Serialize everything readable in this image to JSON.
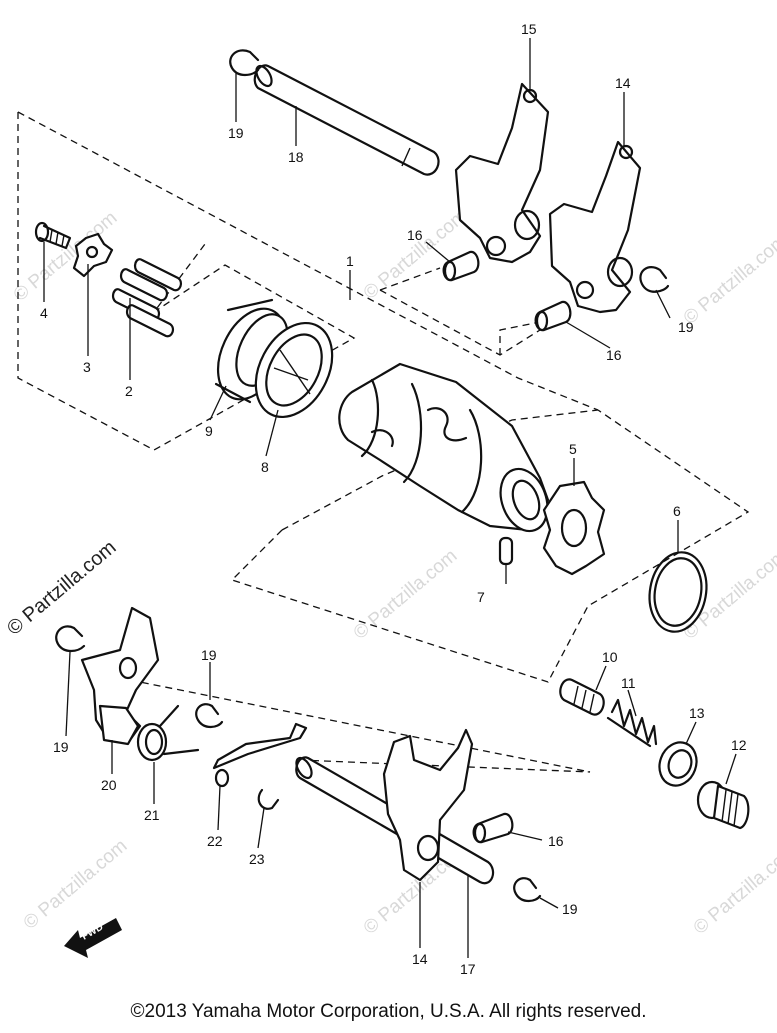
{
  "diagram": {
    "callouts": {
      "c1": "1",
      "c2": "2",
      "c3": "3",
      "c4": "4",
      "c5": "5",
      "c6": "6",
      "c7": "7",
      "c8": "8",
      "c9": "9",
      "c10": "10",
      "c11": "11",
      "c12": "12",
      "c13": "13",
      "c14a": "14",
      "c14b": "14",
      "c15": "15",
      "c16a": "16",
      "c16b": "16",
      "c16c": "16",
      "c17": "17",
      "c18": "18",
      "c19a": "19",
      "c19b": "19",
      "c19c": "19",
      "c19d": "19",
      "c19e": "19",
      "c20": "20",
      "c21": "21",
      "c22": "22",
      "c23": "23"
    },
    "watermark": "© Partzilla.com",
    "fwd_label": "FWD"
  },
  "footer": {
    "copyright": "©2013 Yamaha Motor Corporation, U.S.A. All rights reserved."
  }
}
